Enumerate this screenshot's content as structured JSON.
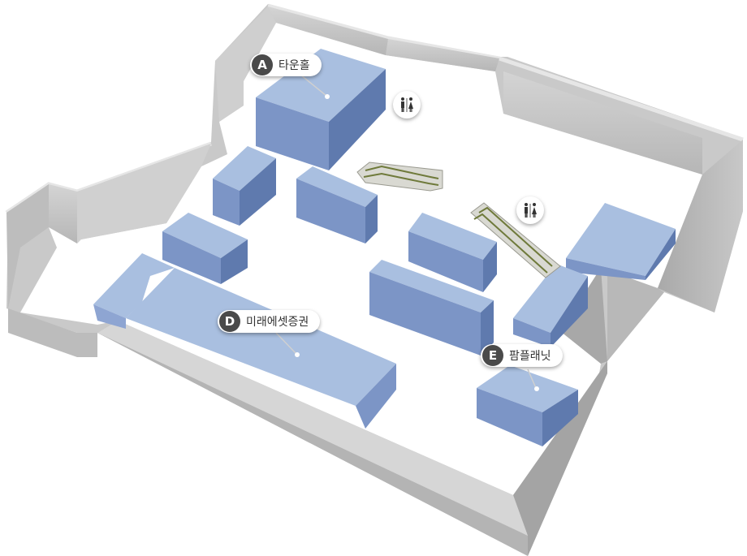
{
  "stores": [
    {
      "id": "A",
      "name": "타운홀"
    },
    {
      "id": "D",
      "name": "미래에셋증권"
    },
    {
      "id": "E",
      "name": "팜플래닛"
    }
  ],
  "icons": [
    "restroom-icon",
    "escalator-icon"
  ],
  "colors": {
    "wall_top": "#e0e0e0",
    "wall_inner": "#c7c7c7",
    "wall_outer": "#b0b0b0",
    "floor": "#ffffff",
    "block_top": "#a9bfe0",
    "block_left": "#7c95c6",
    "block_right": "#5f7aae",
    "badge": "#4a4a4a"
  }
}
